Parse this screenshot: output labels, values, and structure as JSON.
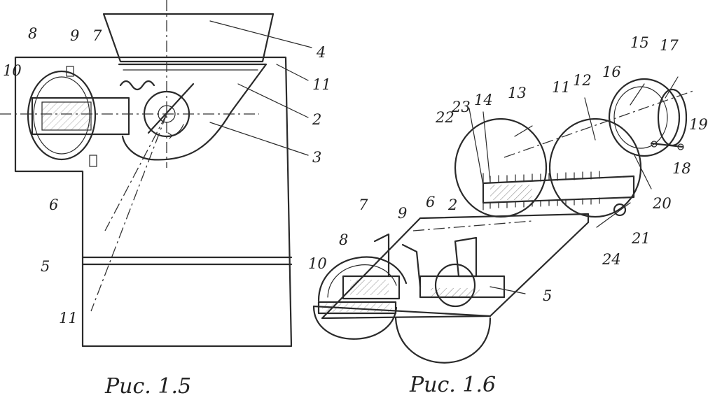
{
  "figures": [
    {
      "id": "fig15",
      "caption": "Рис. 1.5",
      "labels": [
        "4",
        "11",
        "2",
        "3",
        "8",
        "9",
        "7",
        "10",
        "6",
        "5",
        "11"
      ]
    },
    {
      "id": "fig16",
      "caption": "Рис. 1.6",
      "labels": [
        "15",
        "17",
        "16",
        "12",
        "11",
        "13",
        "14",
        "23",
        "22",
        "19",
        "18",
        "20",
        "21",
        "24",
        "6",
        "2",
        "7",
        "9",
        "8",
        "10",
        "5"
      ]
    }
  ],
  "colors": {
    "ink": "#2a2a2a",
    "paper": "#ffffff"
  }
}
